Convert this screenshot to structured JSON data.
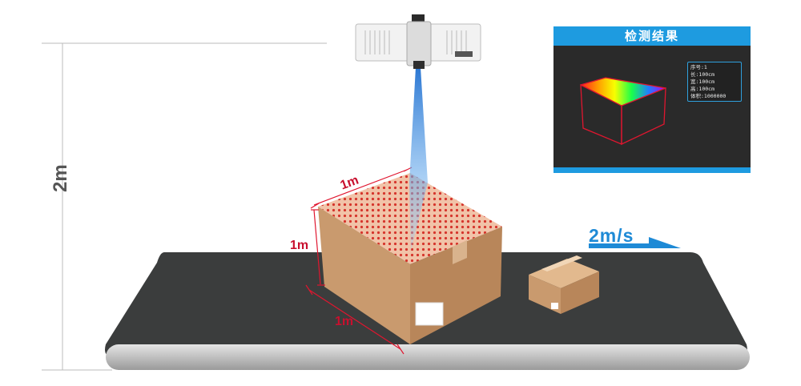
{
  "height_label": "2m",
  "speed_label": "2m/s",
  "box_dims": {
    "top_edge": "1m",
    "side_edge": "1m",
    "bottom_edge": "1m"
  },
  "panel": {
    "title": "检测结果",
    "lines": [
      "序号:1",
      "长:100cm",
      "宽:100cm",
      "高:100cm",
      "体积:1000000"
    ]
  },
  "colors": {
    "accent_blue": "#1e9be0",
    "dimension_red": "#c8102e",
    "belt": "#3b3d3d",
    "panel_bg": "#2a2a2a",
    "box": "#c99a6e"
  },
  "icons": [
    "scanner-icon",
    "laser-beam",
    "cardboard-box-large",
    "cardboard-box-small",
    "conveyor-belt",
    "speed-arrow"
  ]
}
